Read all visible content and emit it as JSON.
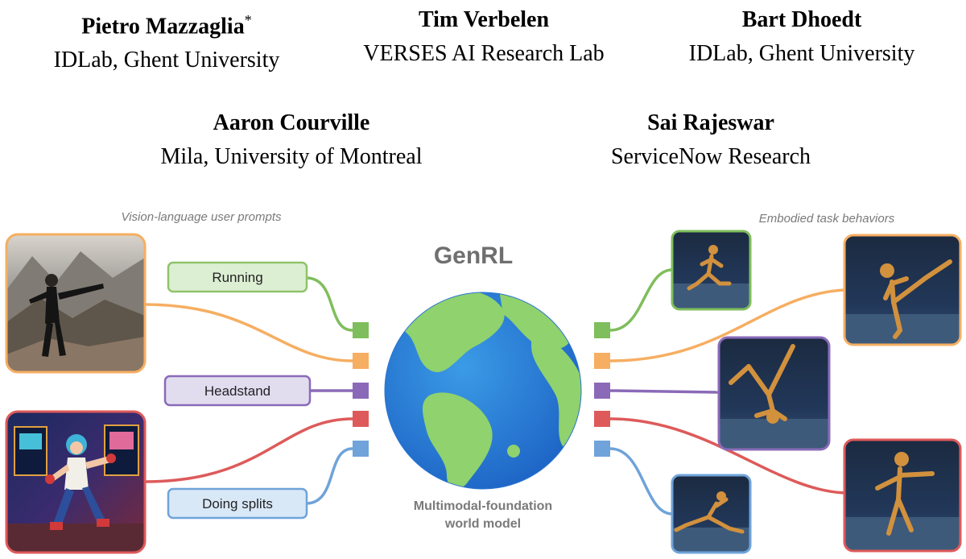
{
  "authors": [
    {
      "name": "Pietro Mazzaglia",
      "mark": "*",
      "affiliation": "IDLab, Ghent University"
    },
    {
      "name": "Tim Verbelen",
      "mark": "",
      "affiliation": "VERSES AI Research Lab"
    },
    {
      "name": "Bart Dhoedt",
      "mark": "",
      "affiliation": "IDLab, Ghent University"
    },
    {
      "name": "Aaron Courville",
      "mark": "",
      "affiliation": "Mila, University of Montreal"
    },
    {
      "name": "Sai Rajeswar",
      "mark": "",
      "affiliation": "ServiceNow Research"
    }
  ],
  "figure": {
    "left_caption": "Vision-language user prompts",
    "right_caption": "Embodied task behaviors",
    "center_title": "GenRL",
    "center_subtitle_line1": "Multimodal-foundation",
    "center_subtitle_line2": "world model",
    "prompts": [
      {
        "label": "Running",
        "color": "#8fc46a",
        "fill": "#dcefd3"
      },
      {
        "label": "Headstand",
        "color": "#8a6ab8",
        "fill": "#e2dcef"
      },
      {
        "label": "Doing splits",
        "color": "#6fa3d9",
        "fill": "#d9e8f7"
      }
    ],
    "connector_colors": {
      "green": "#7fbe5c",
      "orange": "#f6ae62",
      "purple": "#8a6ab8",
      "red": "#de5a5a",
      "blue": "#6fa3d9"
    }
  }
}
